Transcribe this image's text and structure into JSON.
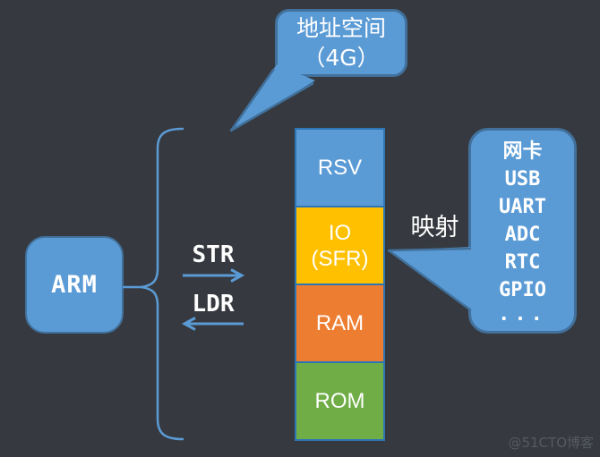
{
  "colors": {
    "background": "#36393f",
    "shape_fill": "#5b9bd5",
    "shape_border": "#41719c",
    "stack_border": "#2e75b6",
    "text": "#ffffff",
    "watermark": "#565a61"
  },
  "top_callout": {
    "line1": "地址空间",
    "line2": "（4G）"
  },
  "cpu_box": {
    "label": "ARM"
  },
  "instructions": {
    "store_label": "STR",
    "load_label": "LDR"
  },
  "memory_stack": {
    "segments": [
      {
        "name": "rsv",
        "line1": "RSV",
        "line2": "",
        "color": "#5b9bd5"
      },
      {
        "name": "io",
        "line1": "IO",
        "line2": "(SFR)",
        "color": "#ffc000"
      },
      {
        "name": "ram",
        "line1": "RAM",
        "line2": "",
        "color": "#ed7d31"
      },
      {
        "name": "rom",
        "line1": "ROM",
        "line2": "",
        "color": "#70ad47"
      }
    ]
  },
  "mapping_label": "映射",
  "peripherals_callout": {
    "items": [
      "网卡",
      "USB",
      "UART",
      "ADC",
      "RTC",
      "GPIO",
      "..."
    ]
  },
  "watermark": "@51CTO博客"
}
